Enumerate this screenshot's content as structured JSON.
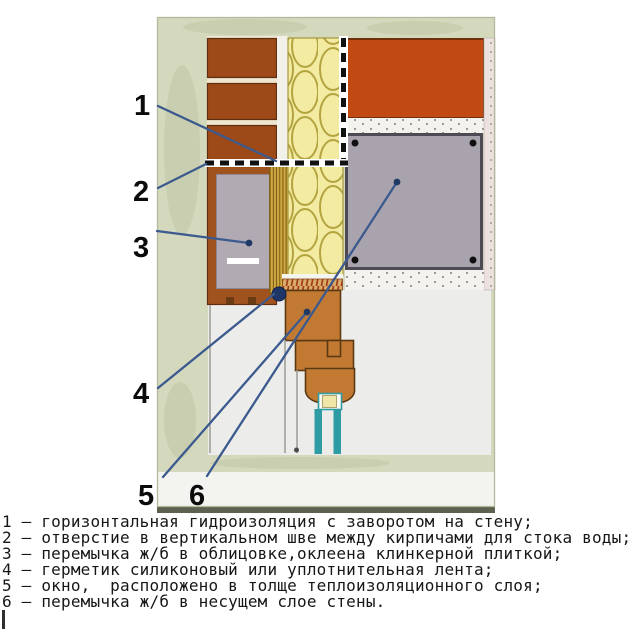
{
  "diagram": {
    "title_semantic": "window-lintel-section-detail",
    "callouts": [
      "1",
      "2",
      "3",
      "4",
      "5",
      "6"
    ]
  },
  "legend": {
    "items": [
      "1 – горизонтальная гидроизоляция с заворотом на стену;",
      "2 – отверстие в вертикальном шве между кирпичами для стока воды;",
      "3 – перемычка ж/б в облицовке,оклеена клинкерной плиткой;",
      "4 – герметик силиконовый или уплотнительная лента;",
      "5 – окно,  расположено в толще теплоизоляционного слоя;",
      "6 – перемычка ж/б в несущем слое стены."
    ],
    "artifact": "|"
  },
  "colors": {
    "page_bg": "#ffffff",
    "panel_bg": "#d4d9be",
    "panel_edge_dark": "#5c6150",
    "facing_brick": "#9d4a18",
    "brick_joint": "#efe6d0",
    "clinker_surround": "#a0531e",
    "clad_lintel_gray": "#b2aab2",
    "insulation_bg": "#f3eba2",
    "insulation_line": "#b3a440",
    "bearing_block_orange": "#c14a12",
    "main_lintel_gray": "#a9a3ad",
    "lintel_border": "#4e4a54",
    "window_frame": "#c27a33",
    "frame_border": "#5a3a12",
    "glazing_teal": "#2f9ca4",
    "sealant_navy": "#1f3668",
    "leader_blue": "#3c5a8e",
    "gold_hatch": "#d1a945",
    "tape_base": "#d9aa6a",
    "tape_hatch": "#a23b17",
    "mortar_speckle_bg": "#f4f2ee",
    "plaster_pink": "#ece1de",
    "interior_light": "#ecedeb"
  }
}
